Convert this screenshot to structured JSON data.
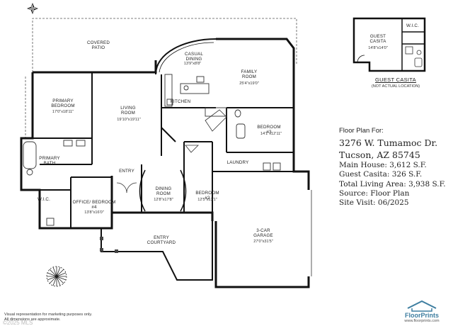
{
  "rooms": {
    "covered_patio": {
      "name": "COVERED PATIO"
    },
    "casual_dining": {
      "name": "CASUAL DINING",
      "dim": "13'9\"x8'8\""
    },
    "family_room": {
      "name": "FAMILY ROOM",
      "dim": "25'4\"x19'0\""
    },
    "primary_bedroom": {
      "name": "PRIMARY BEDROOM",
      "dim": "17'0\"x18'11\""
    },
    "living_room": {
      "name": "LIVING ROOM",
      "dim": "19'10\"x19'11\""
    },
    "kitchen": {
      "name": "KITCHEN"
    },
    "bedroom_3": {
      "name": "BEDROOM #3",
      "dim": "14'1\"x12'11\""
    },
    "primary_bath": {
      "name": "PRIMARY BATH"
    },
    "wic_main": {
      "name": "W.I.C."
    },
    "entry": {
      "name": "ENTRY"
    },
    "laundry": {
      "name": "LAUNDRY"
    },
    "office": {
      "name": "OFFICE/ BEDROOM #4",
      "dim": "13'8\"x16'0\""
    },
    "dining_room": {
      "name": "DINING ROOM",
      "dim": "12'8\"x17'8\""
    },
    "bedroom_2": {
      "name": "BEDROOM #2",
      "dim": "12'5\"x13'1\""
    },
    "garage": {
      "name": "3-CAR GARAGE",
      "dim": "27'0\"x31'5\""
    },
    "entry_courtyard": {
      "name": "ENTRY COURTYARD"
    },
    "guest_casita": {
      "name": "GUEST CASITA",
      "dim": "14'8\"x14'0\""
    },
    "wic_casita": {
      "name": "W.I.C."
    }
  },
  "casita_caption": {
    "title": "GUEST CASITA",
    "note": "(NOT ACTUAL LOCATION)"
  },
  "info": {
    "header": "Floor Plan For:",
    "address_line1": "3276 W. Tumamoc Dr.",
    "address_line2": "Tucson, AZ  85745",
    "lines": [
      "Main House:  3,612 S.F.",
      "Guest Casita:  326 S.F.",
      "Total Living Area:  3,938 S.F.",
      "Source:  Floor Plan",
      "Site Visit:  06/2025"
    ]
  },
  "disclaimer": {
    "line1": "Visual representation for marketing purposes only.",
    "line2": "All dimensions are approximate."
  },
  "copyright": "©2025 MLS",
  "logo": {
    "name": "FloorPrints",
    "url": "www.floorprints.com"
  },
  "colors": {
    "wall": "#111111",
    "fixture": "#444444",
    "logo_blue": "#3e7ea0"
  }
}
